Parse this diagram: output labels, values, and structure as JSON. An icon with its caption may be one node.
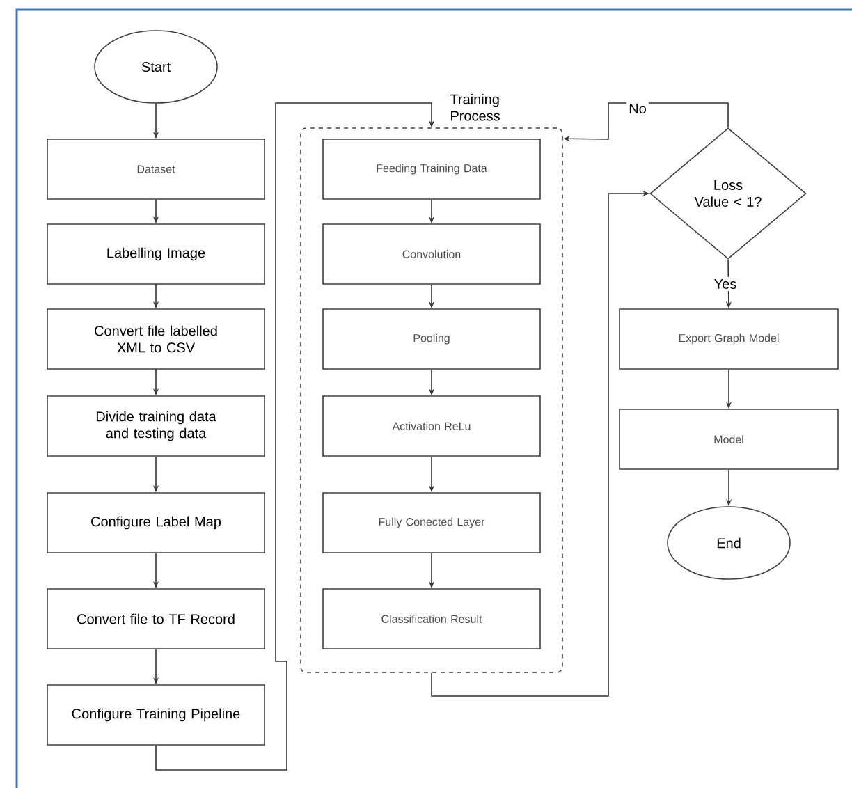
{
  "diagram": {
    "nodes": [
      {
        "text": [
          "Start"
        ]
      },
      {
        "text": [
          "Dataset"
        ]
      },
      {
        "text": [
          "Labelling Image"
        ]
      },
      {
        "text": [
          "Convert file labelled XML to CSV"
        ]
      },
      {
        "text": [
          "Divide training data and testing data"
        ]
      },
      {
        "text": [
          "Configure Label Map"
        ]
      },
      {
        "text": [
          "Convert file to TF Record"
        ]
      },
      {
        "text": [
          "Configure Training Pipeline"
        ]
      },
      {
        "text": [
          "Training Process"
        ]
      },
      {
        "text": [
          "Feeding Training Data"
        ],
        "in": 8
      },
      {
        "text": [
          "Convolution"
        ],
        "in": 8
      },
      {
        "text": [
          "Pooling"
        ],
        "in": 8
      },
      {
        "text": [
          "Activation ReLu"
        ],
        "in": 8
      },
      {
        "text": [
          "Fully Conected Layer"
        ],
        "in": 8
      },
      {
        "text": [
          "Classification Result"
        ],
        "in": 8
      },
      {
        "text": [
          "Loss Value < 1?"
        ]
      },
      {
        "text": [
          "Export Graph Model"
        ]
      },
      {
        "text": [
          "Model"
        ]
      },
      {
        "text": [
          "End"
        ]
      }
    ],
    "edges": [
      {
        "from": 0,
        "to": 1,
        "arrow": "to"
      },
      {
        "from": 1,
        "to": 2,
        "arrow": "to"
      },
      {
        "from": 2,
        "to": 3,
        "arrow": "to"
      },
      {
        "from": 3,
        "to": 4,
        "arrow": "to"
      },
      {
        "from": 4,
        "to": 5,
        "arrow": "to"
      },
      {
        "from": 5,
        "to": 6,
        "arrow": "to"
      },
      {
        "from": 6,
        "to": 7,
        "arrow": "to"
      },
      {
        "from": 7,
        "to": 8,
        "arrow": "to"
      },
      {
        "from": 9,
        "to": 10,
        "arrow": "to"
      },
      {
        "from": 10,
        "to": 11,
        "arrow": "to"
      },
      {
        "from": 11,
        "to": 12,
        "arrow": "to"
      },
      {
        "from": 12,
        "to": 13,
        "arrow": "to"
      },
      {
        "from": 13,
        "to": 14,
        "arrow": "to"
      },
      {
        "from": 8,
        "to": 15,
        "arrow": "to"
      },
      {
        "from": 15,
        "to": 8,
        "arrow": "to",
        "label": "No"
      },
      {
        "from": 15,
        "to": 16,
        "arrow": "to",
        "label": "Yes"
      },
      {
        "from": 16,
        "to": 17,
        "arrow": "to"
      },
      {
        "from": 17,
        "to": 18,
        "arrow": "to"
      }
    ]
  }
}
